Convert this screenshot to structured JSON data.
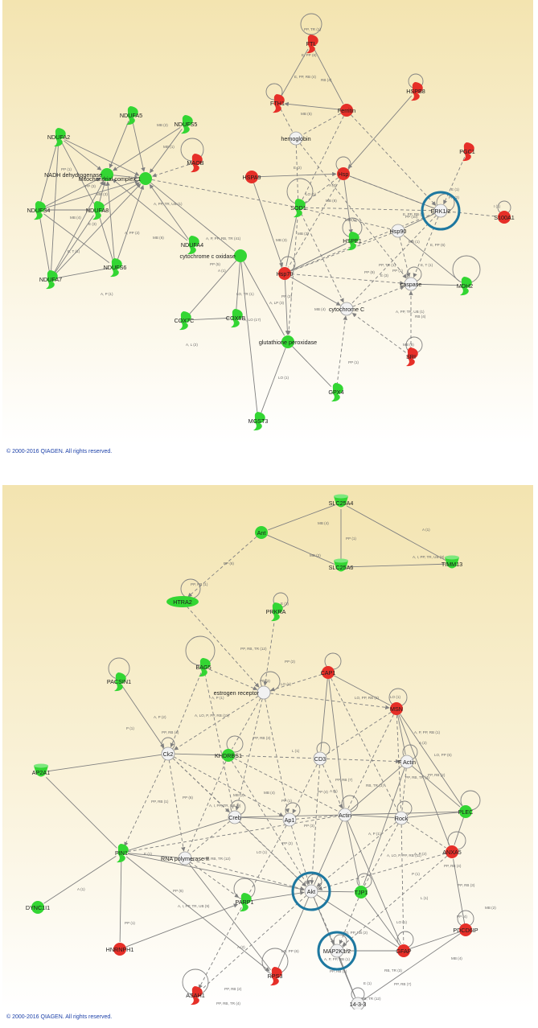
{
  "colors": {
    "up": "#e62f28",
    "down": "#33d633",
    "neutral": "#f2f2f2",
    "highlight": "#1e78a0",
    "bg_top": "#f3e4b0",
    "bg_bottom": "#ffffff",
    "edge": "#808080",
    "copyright": "#1a3fa8"
  },
  "copyright_text": "© 2000-2016 QIAGEN. All rights reserved.",
  "networks": [
    {
      "nodes": [
        {
          "id": "NDUFA2",
          "label": "NDUFA2",
          "color": "down",
          "shape": "crescent"
        },
        {
          "id": "NDUFA5",
          "label": "NDUFA5",
          "color": "down",
          "shape": "crescent"
        },
        {
          "id": "NDUFS5",
          "label": "NDUFS5",
          "color": "down",
          "shape": "crescent"
        },
        {
          "id": "NADH",
          "label": "NADH dehydrogenase",
          "color": "down",
          "shape": "circle"
        },
        {
          "id": "MAOB",
          "label": "MAOB",
          "color": "up",
          "shape": "crescent"
        },
        {
          "id": "MC1",
          "label": "Mitochondrial complex 1",
          "color": "down",
          "shape": "circle"
        },
        {
          "id": "NDUFS4",
          "label": "NDUFS4",
          "color": "down",
          "shape": "crescent"
        },
        {
          "id": "NDUFA8",
          "label": "NDUFA8",
          "color": "down",
          "shape": "crescent"
        },
        {
          "id": "NDUFA4",
          "label": "NDUFA4",
          "color": "down",
          "shape": "crescent"
        },
        {
          "id": "NDUFA7",
          "label": "NDUFA7",
          "color": "down",
          "shape": "crescent"
        },
        {
          "id": "NDUFS6",
          "label": "NDUFS6",
          "color": "down",
          "shape": "crescent"
        },
        {
          "id": "CYTOX",
          "label": "cytochrome c oxidase",
          "color": "down",
          "shape": "circle"
        },
        {
          "id": "COX7C",
          "label": "COX7C",
          "color": "down",
          "shape": "crescent"
        },
        {
          "id": "COX6B",
          "label": "COX6B",
          "color": "down",
          "shape": "crescent"
        },
        {
          "id": "MGST3",
          "label": "MGST3",
          "color": "down",
          "shape": "crescent"
        },
        {
          "id": "GPX",
          "label": "glutathione peroxidase",
          "color": "down",
          "shape": "circle"
        },
        {
          "id": "GPX4",
          "label": "GPX4",
          "color": "down",
          "shape": "crescent"
        },
        {
          "id": "FTL",
          "label": "FTL",
          "color": "up",
          "shape": "crescent"
        },
        {
          "id": "FTH1",
          "label": "FTH1",
          "color": "up",
          "shape": "crescent"
        },
        {
          "id": "Ferritin",
          "label": "Ferritin",
          "color": "up",
          "shape": "circle"
        },
        {
          "id": "HSPB8",
          "label": "HSPB8",
          "color": "up",
          "shape": "crescent"
        },
        {
          "id": "hemoglobin",
          "label": "hemoglobin",
          "color": "neutral",
          "shape": "circle"
        },
        {
          "id": "HSPA9",
          "label": "HSPA9",
          "color": "up",
          "shape": "circle"
        },
        {
          "id": "Hsp",
          "label": "Hsp",
          "color": "up",
          "shape": "circle"
        },
        {
          "id": "PGC1",
          "label": "PGC1",
          "color": "up",
          "shape": "crescent"
        },
        {
          "id": "SOD1",
          "label": "SOD1",
          "color": "down",
          "shape": "crescent"
        },
        {
          "id": "ERK",
          "label": "ERK1/2",
          "color": "neutral",
          "shape": "circle"
        },
        {
          "id": "S100A1",
          "label": "S100A1",
          "color": "up",
          "shape": "circle"
        },
        {
          "id": "Hsp90",
          "label": "Hsp90",
          "color": "neutral",
          "shape": "circle"
        },
        {
          "id": "HSPE1",
          "label": "HSPE1",
          "color": "down",
          "shape": "crescent"
        },
        {
          "id": "Hsp70",
          "label": "Hsp70",
          "color": "up",
          "shape": "circle"
        },
        {
          "id": "caspase",
          "label": "caspase",
          "color": "neutral",
          "shape": "circle"
        },
        {
          "id": "MDH2",
          "label": "MDH2",
          "color": "down",
          "shape": "crescent"
        },
        {
          "id": "cytC",
          "label": "cytochrome C",
          "color": "neutral",
          "shape": "circle"
        },
        {
          "id": "SRI",
          "label": "SRI",
          "color": "up",
          "shape": "crescent"
        }
      ],
      "highlight_labels": [
        "ERK1/2"
      ],
      "edge_labels": [
        "PP, TR (1)",
        "E, PP, RB (4)",
        "E, PP (6)",
        "RB (4)",
        "MB (5)",
        "PP (1)",
        "MB (1)",
        "MB (2)",
        "MB (3)",
        "PP (3)",
        "MB (4)",
        "MB (6)",
        "A, PP, TR, UB (1)",
        "E (3)",
        "E, T (1)",
        "A, PP (2)",
        "A, P (1)",
        "A, P, PP, RB, TR (41)",
        "PP (5)",
        "A (1)",
        "A, L (2)",
        "LO, TR (1)",
        "A, LO (17)",
        "A, LP (3)",
        "LO (1)",
        "PP (1)",
        "LO (1)",
        "E (2)",
        "A (2)",
        "MB (8)",
        "PP (2)",
        "E (1)",
        "I (1)",
        "PP (10)",
        "PP (9)"
      ]
    },
    {
      "nodes": [
        {
          "id": "SLC25A4",
          "label": "SLC25A4",
          "color": "down",
          "shape": "cup"
        },
        {
          "id": "Ant",
          "label": "Ant",
          "color": "down",
          "shape": "circle"
        },
        {
          "id": "TIMM13",
          "label": "TIMM13",
          "color": "down",
          "shape": "cup"
        },
        {
          "id": "SLC25A6",
          "label": "SLC25A6",
          "color": "down",
          "shape": "cup"
        },
        {
          "id": "HTRA2",
          "label": "HTRA2",
          "color": "down",
          "shape": "ellipse"
        },
        {
          "id": "PRKRA",
          "label": "PRKRA",
          "color": "down",
          "shape": "crescent"
        },
        {
          "id": "BAG5",
          "label": "BAG5",
          "color": "down",
          "shape": "crescent"
        },
        {
          "id": "PACSIN1",
          "label": "PACSIN1",
          "color": "down",
          "shape": "crescent"
        },
        {
          "id": "ER",
          "label": "estrogen receptor",
          "color": "neutral",
          "shape": "circle"
        },
        {
          "id": "CAP1",
          "label": "CAP1",
          "color": "up",
          "shape": "circle"
        },
        {
          "id": "MSN",
          "label": "MSN",
          "color": "up",
          "shape": "circle"
        },
        {
          "id": "Ck2",
          "label": "Ck2",
          "color": "neutral",
          "shape": "circle"
        },
        {
          "id": "KHDRBS1",
          "label": "KHDRBS1",
          "color": "down",
          "shape": "circle"
        },
        {
          "id": "CD3",
          "label": "CD3",
          "color": "neutral",
          "shape": "circle"
        },
        {
          "id": "FActin",
          "label": "F Actin",
          "color": "neutral",
          "shape": "circle"
        },
        {
          "id": "AP2A1",
          "label": "AP2A1",
          "color": "down",
          "shape": "cup"
        },
        {
          "id": "PLEC",
          "label": "PLEC",
          "color": "down",
          "shape": "circle"
        },
        {
          "id": "Creb",
          "label": "Creb",
          "color": "neutral",
          "shape": "circle"
        },
        {
          "id": "Ap1",
          "label": "Ap1",
          "color": "neutral",
          "shape": "circle"
        },
        {
          "id": "Actin",
          "label": "Actin",
          "color": "neutral",
          "shape": "circle"
        },
        {
          "id": "Rock",
          "label": "Rock",
          "color": "neutral",
          "shape": "circle"
        },
        {
          "id": "PIN1",
          "label": "PIN1",
          "color": "down",
          "shape": "crescent"
        },
        {
          "id": "RNAP",
          "label": "RNA polymerase II",
          "color": "neutral",
          "shape": "circle"
        },
        {
          "id": "ANXA5",
          "label": "ANXA5",
          "color": "up",
          "shape": "circle"
        },
        {
          "id": "DYNC1I1",
          "label": "DYNC1I1",
          "color": "down",
          "shape": "circle"
        },
        {
          "id": "TJP1",
          "label": "TJP1",
          "color": "down",
          "shape": "circle"
        },
        {
          "id": "Akt",
          "label": "Akt",
          "color": "neutral",
          "shape": "circle"
        },
        {
          "id": "PARP1",
          "label": "PARP1",
          "color": "down",
          "shape": "crescent"
        },
        {
          "id": "PDCD6IP",
          "label": "PDCD6IP",
          "color": "up",
          "shape": "circle"
        },
        {
          "id": "HNRNPH1",
          "label": "HNRNPH1",
          "color": "up",
          "shape": "circle"
        },
        {
          "id": "MAP2K",
          "label": "MAP2K1/2",
          "color": "neutral",
          "shape": "circle"
        },
        {
          "id": "GFAP",
          "label": "GFAP",
          "color": "up",
          "shape": "circle"
        },
        {
          "id": "RPS3",
          "label": "RPS3",
          "color": "up",
          "shape": "crescent"
        },
        {
          "id": "ASAH1",
          "label": "ASAH1",
          "color": "up",
          "shape": "crescent"
        },
        {
          "id": "1433",
          "label": "14-3-3",
          "color": "neutral",
          "shape": "circle"
        }
      ],
      "highlight_labels": [
        "Akt",
        "MAP2K1/2"
      ],
      "edge_labels": [
        "MB (4)",
        "MB (2)",
        "PP (1)",
        "A (1)",
        "A, I, PP, TR, UB (9)",
        "PP (6)",
        "PP, RB (1)",
        "E (1)",
        "PP, RB, TR (12)",
        "LO (1)",
        "PP (2)",
        "PP (3)",
        "A, P (1)",
        "A, LO, P, PP, RB (11)",
        "A, P (2)",
        "P (1)",
        "PP, RB (4)",
        "PP, RB (3)",
        "L (1)",
        "LO (1)",
        "LO, PP, RB (2)",
        "A, P, PP, RB (1)",
        "A (2)",
        "LO, PP (6)",
        "PP, RB (2)",
        "PP, RB, TR (4)",
        "RB, TR (3)",
        "PP, RB (7)",
        "PP (4)"
      ]
    }
  ]
}
